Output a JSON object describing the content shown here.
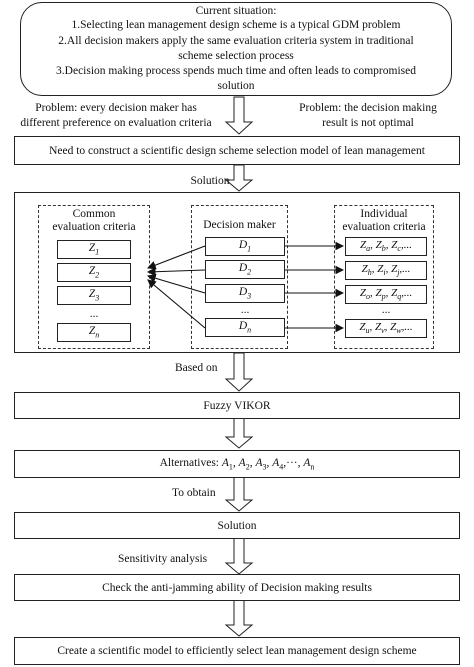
{
  "current_situation": {
    "title": "Current situation:",
    "line1": "1.Selecting lean management design scheme is a typical GDM problem",
    "line2a": "2.All decision makers apply the same evaluation criteria system in traditional",
    "line2b": "scheme selection process",
    "line3a": "3.Decision making process spends much time and often leads to compromised",
    "line3b": "solution"
  },
  "problems": {
    "left_a": "Problem: every decision maker has",
    "left_b": "different preference on evaluation criteria",
    "right_a": "Problem: the decision making",
    "right_b": "result is not optimal"
  },
  "need_box": "Need to construct a scientific design scheme selection model of lean management",
  "solution_label": "Solution",
  "common": {
    "title_a": "Common",
    "title_b": "evaluation criteria",
    "items": [
      "Z1",
      "Z2",
      "Z3",
      "...",
      "Zn"
    ]
  },
  "decision": {
    "title": "Decision maker",
    "items": [
      "D1",
      "D2",
      "D3",
      "...",
      "Dn"
    ]
  },
  "individual": {
    "title_a": "Individual",
    "title_b": "evaluation criteria",
    "items": [
      "Za, Zb, Zc,...",
      "Zh, Zi, Zj,...",
      "Zo, Zp, Zq,...",
      "...",
      "Zu, Zv, Zw,..."
    ]
  },
  "based_on": "Based on",
  "fuzzy_vikor": "Fuzzy VIKOR",
  "alternatives": "Alternatives: A1, A2, A3, A4,···, An",
  "to_obtain": "To obtain",
  "solution_box": "Solution",
  "sensitivity": "Sensitivity analysis",
  "check_box": "Check the anti-jamming ability of Decision making results",
  "final_box": "Create a scientific model to efficiently select lean management design scheme"
}
